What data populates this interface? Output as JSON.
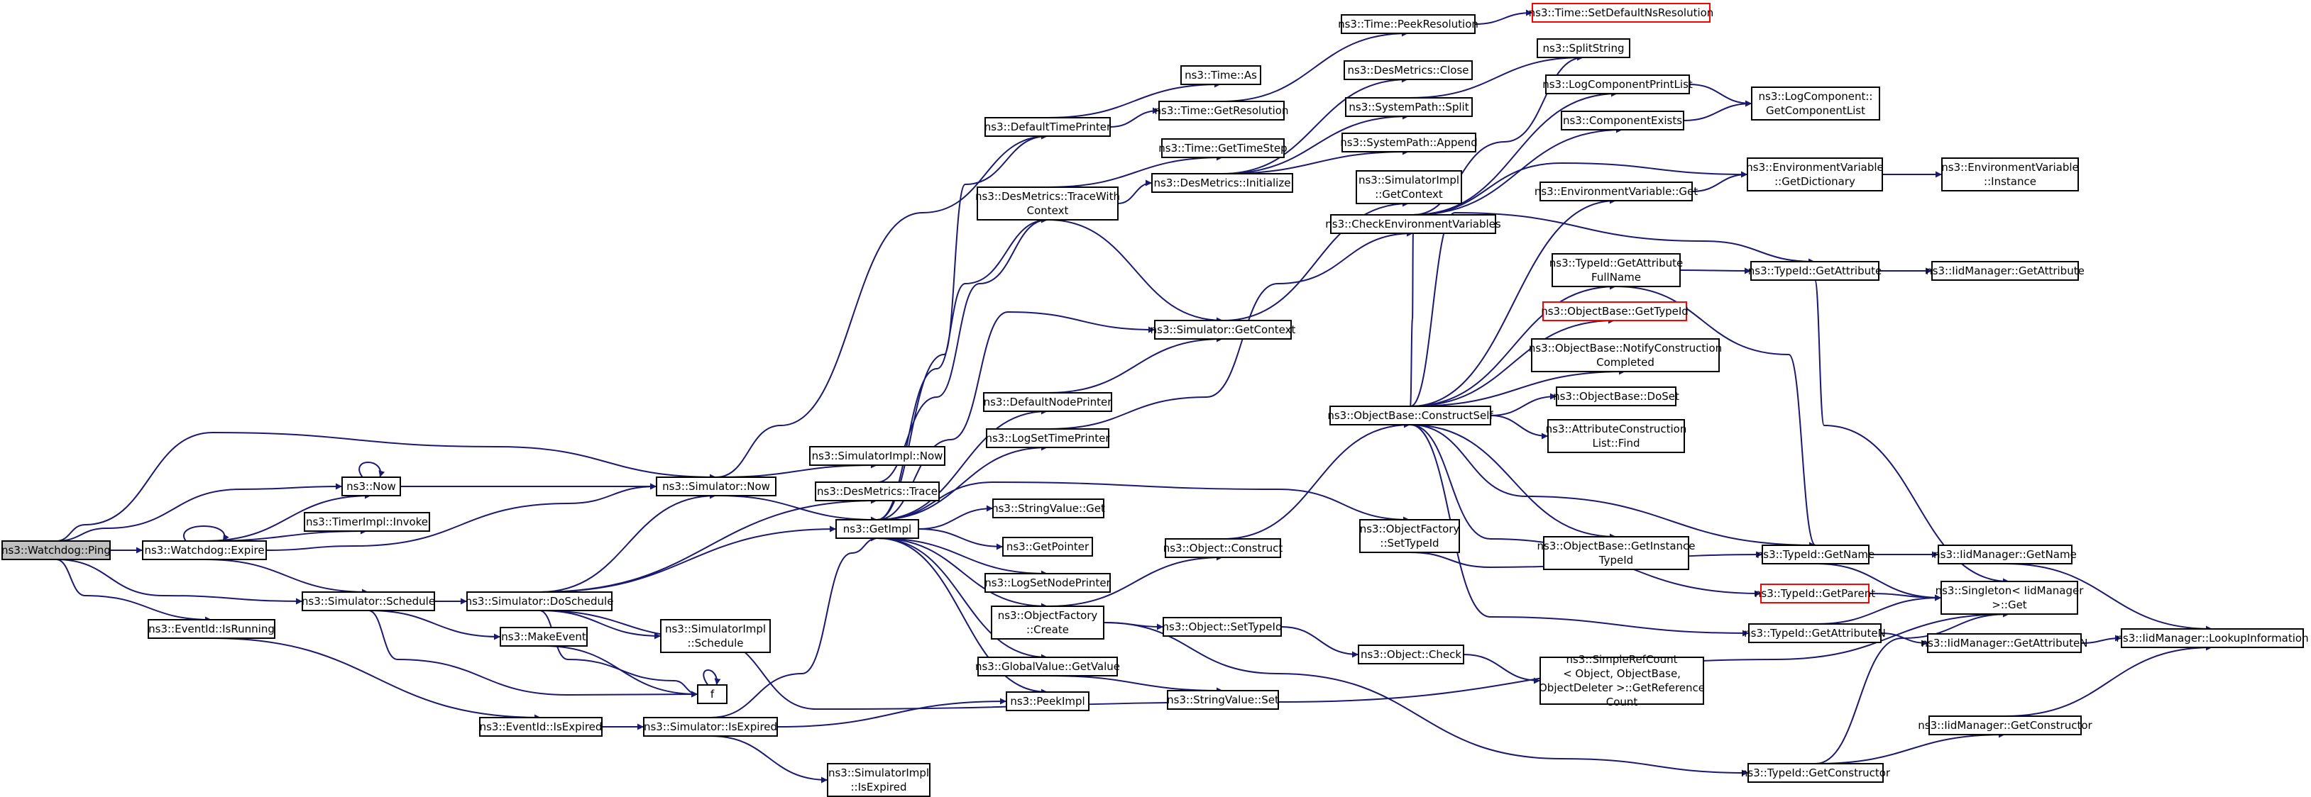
{
  "diagram": {
    "type": "call-graph",
    "colors": {
      "edge": "#191970",
      "node_border": "#000000",
      "root_fill": "#bfbfbf",
      "truncated_border": "#ff0000"
    },
    "nodes": [
      {
        "id": "ping",
        "lines": [
          "ns3::Watchdog::Ping"
        ],
        "kind": "root"
      },
      {
        "id": "expire",
        "lines": [
          "ns3::Watchdog::Expire"
        ]
      },
      {
        "id": "now",
        "lines": [
          "ns3::Now"
        ]
      },
      {
        "id": "timerinvoke",
        "lines": [
          "ns3::TimerImpl::Invoke"
        ]
      },
      {
        "id": "schedule",
        "lines": [
          "ns3::Simulator::Schedule"
        ]
      },
      {
        "id": "isrunning",
        "lines": [
          "ns3::EventId::IsRunning"
        ]
      },
      {
        "id": "simnow",
        "lines": [
          "ns3::Simulator::Now"
        ]
      },
      {
        "id": "doschedule",
        "lines": [
          "ns3::Simulator::DoSchedule"
        ]
      },
      {
        "id": "makeevent",
        "lines": [
          "ns3::MakeEvent"
        ]
      },
      {
        "id": "f",
        "lines": [
          "f"
        ]
      },
      {
        "id": "isexpired",
        "lines": [
          "ns3::EventId::IsExpired"
        ]
      },
      {
        "id": "simisexpired",
        "lines": [
          "ns3::Simulator::IsExpired"
        ]
      },
      {
        "id": "simimplnow",
        "lines": [
          "ns3::SimulatorImpl::Now"
        ]
      },
      {
        "id": "destrace",
        "lines": [
          "ns3::DesMetrics::Trace"
        ]
      },
      {
        "id": "getimpl",
        "lines": [
          "ns3::GetImpl"
        ]
      },
      {
        "id": "simimplschedule",
        "lines": [
          "ns3::SimulatorImpl",
          "::Schedule"
        ]
      },
      {
        "id": "simimplisexpired",
        "lines": [
          "ns3::SimulatorImpl",
          "::IsExpired"
        ]
      },
      {
        "id": "defaulttimeprinter",
        "lines": [
          "ns3::DefaultTimePrinter"
        ]
      },
      {
        "id": "tracewithcontext",
        "lines": [
          "ns3::DesMetrics::TraceWith",
          "Context"
        ]
      },
      {
        "id": "defaultnodeprinter",
        "lines": [
          "ns3::DefaultNodePrinter"
        ]
      },
      {
        "id": "logsettimeprinter",
        "lines": [
          "ns3::LogSetTimePrinter"
        ]
      },
      {
        "id": "stringvalueget",
        "lines": [
          "ns3::StringValue::Get"
        ]
      },
      {
        "id": "getpointer",
        "lines": [
          "ns3::GetPointer"
        ]
      },
      {
        "id": "logsetnodeprinter",
        "lines": [
          "ns3::LogSetNodePrinter"
        ]
      },
      {
        "id": "objectfactorycreate",
        "lines": [
          "ns3::ObjectFactory",
          "::Create"
        ]
      },
      {
        "id": "globalvalueget",
        "lines": [
          "ns3::GlobalValue::GetValue"
        ]
      },
      {
        "id": "peekimpl",
        "lines": [
          "ns3::PeekImpl"
        ]
      },
      {
        "id": "timeas",
        "lines": [
          "ns3::Time::As"
        ]
      },
      {
        "id": "timegetresolution",
        "lines": [
          "ns3::Time::GetResolution"
        ]
      },
      {
        "id": "timegettimestep",
        "lines": [
          "ns3::Time::GetTimeStep"
        ]
      },
      {
        "id": "desinitialize",
        "lines": [
          "ns3::DesMetrics::Initialize"
        ]
      },
      {
        "id": "simgetcontext",
        "lines": [
          "ns3::Simulator::GetContext"
        ]
      },
      {
        "id": "objectconstruct",
        "lines": [
          "ns3::Object::Construct"
        ]
      },
      {
        "id": "objectsettypeid",
        "lines": [
          "ns3::Object::SetTypeId"
        ]
      },
      {
        "id": "stringvalueset",
        "lines": [
          "ns3::StringValue::Set"
        ]
      },
      {
        "id": "timepeekresolution",
        "lines": [
          "ns3::Time::PeekResolution"
        ]
      },
      {
        "id": "desclose",
        "lines": [
          "ns3::DesMetrics::Close"
        ]
      },
      {
        "id": "systempathsplit",
        "lines": [
          "ns3::SystemPath::Split"
        ]
      },
      {
        "id": "systempathappend",
        "lines": [
          "ns3::SystemPath::Append"
        ]
      },
      {
        "id": "simimplgetcontext",
        "lines": [
          "ns3::SimulatorImpl",
          "::GetContext"
        ]
      },
      {
        "id": "checkenv",
        "lines": [
          "ns3::CheckEnvironmentVariables"
        ]
      },
      {
        "id": "objectfactorysettypeid",
        "lines": [
          "ns3::ObjectFactory",
          "::SetTypeId"
        ]
      },
      {
        "id": "constructself",
        "lines": [
          "ns3::ObjectBase::ConstructSelf"
        ]
      },
      {
        "id": "objectcheck",
        "lines": [
          "ns3::Object::Check"
        ]
      },
      {
        "id": "setdefaultnsres",
        "lines": [
          "ns3::Time::SetDefaultNsResolution"
        ],
        "kind": "truncated"
      },
      {
        "id": "splitstring",
        "lines": [
          "ns3::SplitString"
        ]
      },
      {
        "id": "logcomponentprintlist",
        "lines": [
          "ns3::LogComponentPrintList"
        ]
      },
      {
        "id": "componentexists",
        "lines": [
          "ns3::ComponentExists"
        ]
      },
      {
        "id": "envget",
        "lines": [
          "ns3::EnvironmentVariable::Get"
        ]
      },
      {
        "id": "getattributefullname",
        "lines": [
          "ns3::TypeId::GetAttribute",
          "FullName"
        ]
      },
      {
        "id": "objectbasegettypeid",
        "lines": [
          "ns3::ObjectBase::GetTypeId"
        ],
        "kind": "truncated"
      },
      {
        "id": "notifyconstruction",
        "lines": [
          "ns3::ObjectBase::NotifyConstruction",
          "Completed"
        ]
      },
      {
        "id": "doset",
        "lines": [
          "ns3::ObjectBase::DoSet"
        ]
      },
      {
        "id": "attrconstructionfind",
        "lines": [
          "ns3::AttributeConstruction",
          "List::Find"
        ]
      },
      {
        "id": "getinstancetypeid",
        "lines": [
          "ns3::ObjectBase::GetInstance",
          "TypeId"
        ]
      },
      {
        "id": "simplerefcount",
        "lines": [
          "ns3::SimpleRefCount",
          "< Object, ObjectBase,",
          "ObjectDeleter >::GetReference",
          "Count"
        ]
      },
      {
        "id": "getcomponentlist",
        "lines": [
          "ns3::LogComponent::",
          "GetComponentList"
        ]
      },
      {
        "id": "envgetdictionary",
        "lines": [
          "ns3::EnvironmentVariable",
          "::GetDictionary"
        ]
      },
      {
        "id": "typeidgetattribute",
        "lines": [
          "ns3::TypeId::GetAttribute"
        ]
      },
      {
        "id": "typeidgetname",
        "lines": [
          "ns3::TypeId::GetName"
        ]
      },
      {
        "id": "typeidgetparent",
        "lines": [
          "ns3::TypeId::GetParent"
        ],
        "kind": "truncated"
      },
      {
        "id": "typeidgetattributen",
        "lines": [
          "ns3::TypeId::GetAttributeN"
        ]
      },
      {
        "id": "typeidgetconstructor",
        "lines": [
          "ns3::TypeId::GetConstructor"
        ]
      },
      {
        "id": "envinstance",
        "lines": [
          "ns3::EnvironmentVariable",
          "::Instance"
        ]
      },
      {
        "id": "iidgetattribute",
        "lines": [
          "ns3::IidManager::GetAttribute"
        ]
      },
      {
        "id": "iidgetname",
        "lines": [
          "ns3::IidManager::GetName"
        ]
      },
      {
        "id": "singletonget",
        "lines": [
          "ns3::Singleton< IidManager",
          ">::Get"
        ]
      },
      {
        "id": "iidgetattributen",
        "lines": [
          "ns3::IidManager::GetAttributeN"
        ]
      },
      {
        "id": "iidgetconstructor",
        "lines": [
          "ns3::IidManager::GetConstructor"
        ]
      },
      {
        "id": "iidlookup",
        "lines": [
          "ns3::IidManager::LookupInformation"
        ]
      }
    ]
  }
}
